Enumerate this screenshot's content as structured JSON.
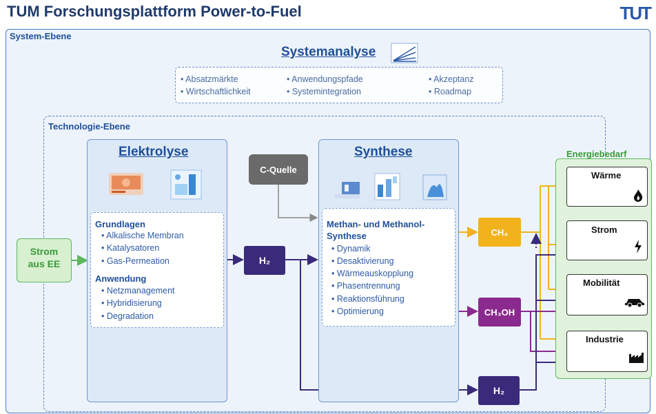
{
  "header": {
    "title": "TUM Forschungsplattform Power-to-Fuel",
    "logo": "TUT"
  },
  "system_level": {
    "label": "System-Ebene",
    "systemanalyse": {
      "title": "Systemanalyse",
      "icon": "chart-lines-icon",
      "items": [
        "• Absatzmärkte",
        "• Wirtschaftlichkeit",
        "• Anwendungspfade",
        "• Systemintegration",
        "• Akzeptanz",
        "• Roadmap"
      ]
    }
  },
  "technology_level": {
    "label": "Technologie-Ebene",
    "elektrolyse": {
      "title": "Elektrolyse",
      "icons": [
        "electrolysis-cell-icon",
        "electrolyser-plant-icon"
      ],
      "grundlagen_heading": "Grundlagen",
      "grundlagen": [
        "• Alkalische Membran",
        "• Katalysatoren",
        "• Gas-Permeation"
      ],
      "anwendung_heading": "Anwendung",
      "anwendung": [
        "• Netzmanagement",
        "• Hybridisierung",
        "• Degradation"
      ]
    },
    "synthese": {
      "title": "Synthese",
      "icons": [
        "catalyst-icon",
        "reactor-chart-icon",
        "flame-plot-icon"
      ],
      "heading_line1": "Methan- und Methanol-",
      "heading_line2": "Synthese",
      "items": [
        "• Dynamik",
        "• Desaktivierung",
        "• Wärmeauskopplung",
        "• Phasentrennung",
        "• Reaktionsführung",
        "• Optimierung"
      ]
    },
    "c_quelle": "C-Quelle",
    "strom_input": {
      "line1": "Strom",
      "line2": "aus EE"
    },
    "products": {
      "h2_main": "H₂",
      "ch4": "CH₄",
      "ch3oh": "CH₃OH",
      "h2_bottom": "H₂"
    }
  },
  "energiebedarf": {
    "title": "Energiebedarf",
    "items": [
      {
        "label": "Wärme",
        "icon": "flame-icon"
      },
      {
        "label": "Strom",
        "icon": "lightning-icon"
      },
      {
        "label": "Mobilität",
        "icon": "car-icon"
      },
      {
        "label": "Industrie",
        "icon": "factory-icon"
      }
    ]
  },
  "colors": {
    "ch4": "#f2b21c",
    "ch3oh": "#8b2a8e",
    "h2": "#3a2a7a",
    "green": "#5cb85c",
    "blue_dark": "#1f4f99"
  }
}
